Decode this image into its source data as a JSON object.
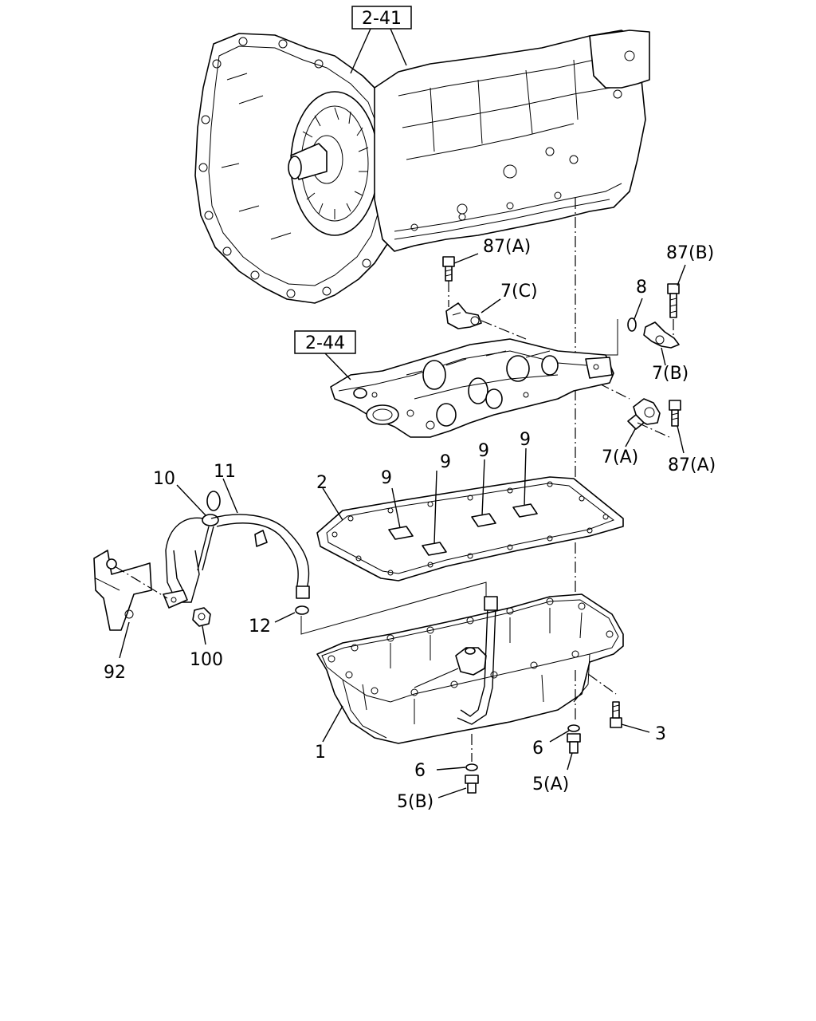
{
  "refs": {
    "trans_ref": "2-41",
    "valve_ref": "2-44"
  },
  "labels": {
    "l87a_top": "87(A)",
    "l7c": "7(C)",
    "l87b": "87(B)",
    "l8": "8",
    "l7b": "7(B)",
    "l7a": "7(A)",
    "l87a_bot": "87(A)",
    "l9_1": "9",
    "l9_2": "9",
    "l9_3": "9",
    "l9_4": "9",
    "l2": "2",
    "l10": "10",
    "l11": "11",
    "l12": "12",
    "l92": "92",
    "l100": "100",
    "l1": "1",
    "l3": "3",
    "l6a": "6",
    "l5a": "5(A)",
    "l6b": "6",
    "l5b": "5(B)"
  }
}
